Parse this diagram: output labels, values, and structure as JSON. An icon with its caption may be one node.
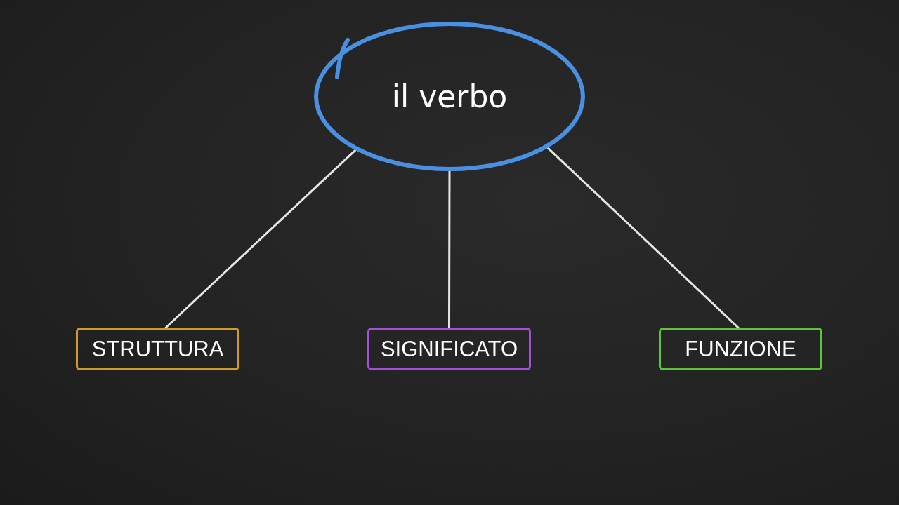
{
  "diagram": {
    "nodes": [
      {
        "text": [
          "il verbo"
        ]
      },
      {
        "text": [
          "STRUTTURA"
        ]
      },
      {
        "text": [
          "SIGNIFICATO"
        ]
      },
      {
        "text": [
          "FUNZIONE"
        ]
      }
    ],
    "edges": [
      {
        "from": 0,
        "to": 1,
        "arrow": "none"
      },
      {
        "from": 0,
        "to": 2,
        "arrow": "none"
      },
      {
        "from": 0,
        "to": 3,
        "arrow": "none"
      }
    ]
  }
}
